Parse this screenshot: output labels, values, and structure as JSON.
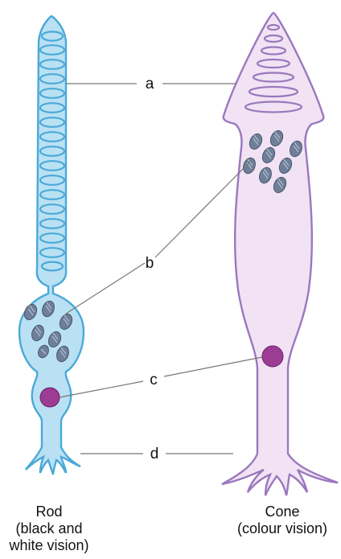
{
  "colors": {
    "rod_fill": "#b9e1f3",
    "rod_stroke": "#4aa9d8",
    "cone_fill": "#f1e3f3",
    "cone_stroke": "#9a78be",
    "nucleus": "#9c3c93",
    "mitochondria": "#6f7f99",
    "label_line": "#777777"
  },
  "labels": {
    "a": "a",
    "b": "b",
    "c": "c",
    "d": "d"
  },
  "rod": {
    "name": "Rod",
    "description_line1": "(black and",
    "description_line2": "white vision)"
  },
  "cone": {
    "name": "Cone",
    "description": "(colour vision)"
  }
}
